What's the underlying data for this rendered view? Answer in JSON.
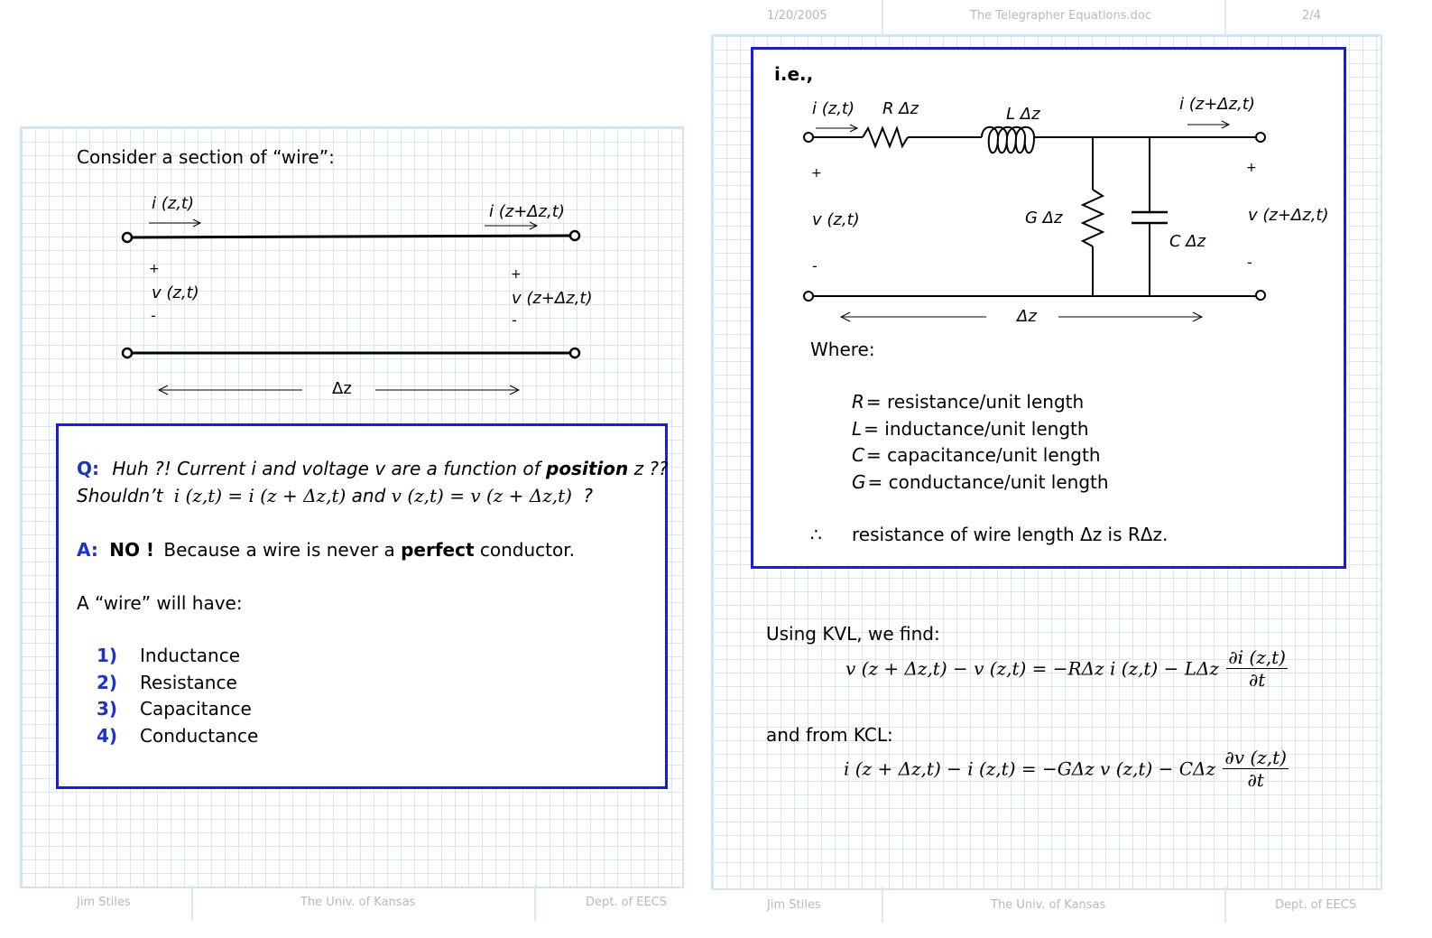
{
  "header": {
    "date": "1/20/2005",
    "doc_title": "The Telegrapher Equations.doc",
    "page": "2/4"
  },
  "footer": {
    "left": {
      "author": "Jim Stiles",
      "univ": "The Univ. of Kansas",
      "dept": "Dept. of EECS"
    },
    "right": {
      "author": "Jim Stiles",
      "univ": "The Univ. of Kansas",
      "dept": "Dept. of EECS"
    }
  },
  "left_page": {
    "intro": "Consider a section of “wire”:",
    "diagram": {
      "i_left": "i (z,t)",
      "i_right": "i (z+Δz,t)",
      "v_left": "v (z,t)",
      "v_right": "v (z+Δz,t)",
      "plus": "+",
      "minus": "-",
      "dz": "Δz"
    },
    "qa": {
      "q_label": "Q:",
      "q_text_1": "Huh ?! Current i and voltage v are a function of",
      "q_bold": "position",
      "q_text_2": "z ??",
      "q_line2_prefix": "Shouldn’t",
      "q_eq1": "i (z,t) = i (z + Δz,t)",
      "q_and": "and",
      "q_eq2": "v (z,t) = v (z + Δz,t)",
      "q_end": "?",
      "a_label": "A:",
      "a_no": "NO !",
      "a_text_1": "Because a wire is never a",
      "a_bold": "perfect",
      "a_text_2": "conductor.",
      "have_text": "A “wire” will have:",
      "list": [
        {
          "num": "1)",
          "label": "Inductance"
        },
        {
          "num": "2)",
          "label": "Resistance"
        },
        {
          "num": "3)",
          "label": "Capacitance"
        },
        {
          "num": "4)",
          "label": "Conductance"
        }
      ]
    }
  },
  "right_page": {
    "circuit": {
      "ie": "i.e.,",
      "i_left": "i (z,t)",
      "r_label": "R Δz",
      "l_label": "L Δz",
      "i_right": "i (z+Δz,t)",
      "plus": "+",
      "minus": "-",
      "v_left": "v (z,t)",
      "g_label": "G Δz",
      "c_label": "C Δz",
      "v_right": "v (z+Δz,t)",
      "dz": "Δz",
      "where": "Where:",
      "defs": [
        {
          "sym": "R",
          "text": "= resistance/unit length"
        },
        {
          "sym": "L",
          "text": "= inductance/unit length"
        },
        {
          "sym": "C",
          "text": "= capacitance/unit length"
        },
        {
          "sym": "G",
          "text": "= conductance/unit length"
        }
      ],
      "therefore_sym": "∴",
      "therefore_text": "resistance of wire length Δz is RΔz."
    },
    "kvl_intro": "Using KVL, we find:",
    "kvl_lhs": "v (z + Δz,t) − v (z,t) = −RΔz i (z,t) − LΔz",
    "kvl_num": "∂i (z,t)",
    "kvl_den": "∂t",
    "kcl_intro": "and from KCL:",
    "kcl_lhs": "i (z + Δz,t) − i (z,t) = −GΔz v (z,t) − CΔz",
    "kcl_num": "∂v (z,t)",
    "kcl_den": "∂t"
  }
}
